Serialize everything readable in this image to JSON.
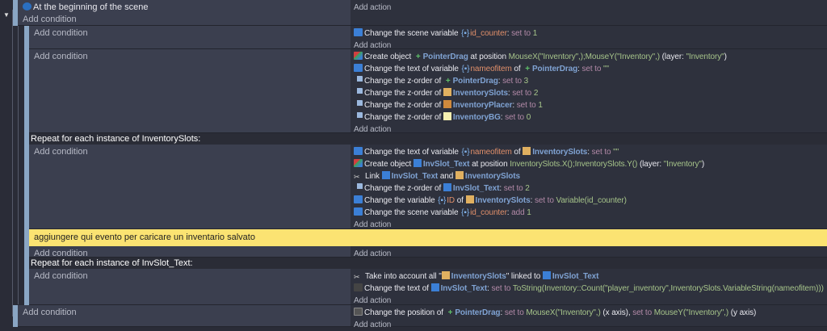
{
  "events": [
    {
      "title": "At the beginning of the scene",
      "title_icon": "scene-start-icon",
      "condition": "Add condition",
      "actions": [],
      "add_action": "Add action"
    },
    {
      "condition": "Add condition",
      "actions": [
        [
          {
            "icon": "var"
          },
          {
            "t": "Change the scene variable "
          },
          {
            "o": "varicon"
          },
          {
            "t": "id_counter",
            "s": "var"
          },
          {
            "t": ": "
          },
          {
            "t": "set to ",
            "s": "kw"
          },
          {
            "t": "1",
            "s": "val"
          }
        ]
      ],
      "add_action": "Add action"
    },
    {
      "condition": "Add condition",
      "actions": [
        [
          {
            "icon": "create"
          },
          {
            "t": "Create object "
          },
          {
            "o": "plus"
          },
          {
            "t": "PointerDrag",
            "s": "obj"
          },
          {
            "t": " at position "
          },
          {
            "t": "MouseX(\"Inventory\",);MouseY(\"Inventory\",)",
            "s": "val"
          },
          {
            "t": " (layer: "
          },
          {
            "t": "\"Inventory\"",
            "s": "val"
          },
          {
            "t": ")"
          }
        ],
        [
          {
            "icon": "var"
          },
          {
            "t": "Change the text of variable "
          },
          {
            "o": "varicon"
          },
          {
            "t": "nameofitem",
            "s": "var"
          },
          {
            "t": " of "
          },
          {
            "o": "plus"
          },
          {
            "t": "PointerDrag",
            "s": "obj"
          },
          {
            "t": ": "
          },
          {
            "t": "set to ",
            "s": "kw"
          },
          {
            "t": "\"\"",
            "s": "val"
          }
        ],
        [
          {
            "icon": "zorder"
          },
          {
            "t": "Change the z-order of "
          },
          {
            "o": "plus"
          },
          {
            "t": "PointerDrag",
            "s": "obj"
          },
          {
            "t": ": "
          },
          {
            "t": "set to ",
            "s": "kw"
          },
          {
            "t": "3",
            "s": "val"
          }
        ],
        [
          {
            "icon": "zorder"
          },
          {
            "t": "Change the z-order of "
          },
          {
            "o": "sprite",
            "c": "#e0b060"
          },
          {
            "t": "InventorySlots",
            "s": "obj"
          },
          {
            "t": ": "
          },
          {
            "t": "set to ",
            "s": "kw"
          },
          {
            "t": "2",
            "s": "val"
          }
        ],
        [
          {
            "icon": "zorder"
          },
          {
            "t": "Change the z-order of "
          },
          {
            "o": "sprite",
            "c": "#d08a3c"
          },
          {
            "t": "InventoryPlacer",
            "s": "obj"
          },
          {
            "t": ": "
          },
          {
            "t": "set to ",
            "s": "kw"
          },
          {
            "t": "1",
            "s": "val"
          }
        ],
        [
          {
            "icon": "zorder"
          },
          {
            "t": "Change the z-order of "
          },
          {
            "o": "sprite",
            "c": "#f6f0b0"
          },
          {
            "t": "InventoryBG",
            "s": "obj"
          },
          {
            "t": ": "
          },
          {
            "t": "set to ",
            "s": "kw"
          },
          {
            "t": "0",
            "s": "val"
          }
        ]
      ],
      "add_action": "Add action"
    },
    {
      "header": "Repeat for each instance of InventorySlots:",
      "condition": "Add condition",
      "actions": [
        [
          {
            "icon": "var"
          },
          {
            "t": "Change the text of variable "
          },
          {
            "o": "varicon"
          },
          {
            "t": "nameofitem",
            "s": "var"
          },
          {
            "t": " of "
          },
          {
            "o": "sprite",
            "c": "#e0b060"
          },
          {
            "t": "InventorySlots",
            "s": "obj"
          },
          {
            "t": ": "
          },
          {
            "t": "set to ",
            "s": "kw"
          },
          {
            "t": "\"\"",
            "s": "val"
          }
        ],
        [
          {
            "icon": "create"
          },
          {
            "t": "Create object "
          },
          {
            "o": "text"
          },
          {
            "t": "InvSlot_Text",
            "s": "obj"
          },
          {
            "t": " at position "
          },
          {
            "t": "InventorySlots.X();InventorySlots.Y()",
            "s": "val"
          },
          {
            "t": " (layer: "
          },
          {
            "t": "\"Inventory\"",
            "s": "val"
          },
          {
            "t": ")"
          }
        ],
        [
          {
            "icon": "link"
          },
          {
            "t": "Link "
          },
          {
            "o": "text"
          },
          {
            "t": "InvSlot_Text",
            "s": "obj"
          },
          {
            "t": " and "
          },
          {
            "o": "sprite",
            "c": "#e0b060"
          },
          {
            "t": "InventorySlots",
            "s": "obj"
          }
        ],
        [
          {
            "icon": "zorder"
          },
          {
            "t": "Change the z-order of "
          },
          {
            "o": "text"
          },
          {
            "t": "InvSlot_Text",
            "s": "obj"
          },
          {
            "t": ": "
          },
          {
            "t": "set to ",
            "s": "kw"
          },
          {
            "t": "2",
            "s": "val"
          }
        ],
        [
          {
            "icon": "var"
          },
          {
            "t": "Change the variable "
          },
          {
            "o": "varicon"
          },
          {
            "t": "ID",
            "s": "var"
          },
          {
            "t": " of "
          },
          {
            "o": "sprite",
            "c": "#e0b060"
          },
          {
            "t": "InventorySlots",
            "s": "obj"
          },
          {
            "t": ": "
          },
          {
            "t": "set to ",
            "s": "kw"
          },
          {
            "t": "Variable(id_counter)",
            "s": "val"
          }
        ],
        [
          {
            "icon": "var"
          },
          {
            "t": "Change the scene variable "
          },
          {
            "o": "varicon"
          },
          {
            "t": "id_counter",
            "s": "var"
          },
          {
            "t": ": "
          },
          {
            "t": "add ",
            "s": "kw"
          },
          {
            "t": "1",
            "s": "val"
          }
        ]
      ],
      "add_action": "Add action"
    },
    {
      "comment": "aggiungere qui evento per caricare un inventario salvato",
      "comment_color": "#fbe372"
    },
    {
      "condition": "Add condition",
      "actions": [],
      "add_action": "Add action"
    },
    {
      "header": "Repeat for each instance of InvSlot_Text:",
      "condition": "Add condition",
      "actions": [
        [
          {
            "icon": "link"
          },
          {
            "t": "Take into account all \""
          },
          {
            "o": "sprite",
            "c": "#e0b060"
          },
          {
            "t": "InventorySlots",
            "s": "obj"
          },
          {
            "t": "\" linked to "
          },
          {
            "o": "text"
          },
          {
            "t": "InvSlot_Text",
            "s": "obj"
          }
        ],
        [
          {
            "icon": "text"
          },
          {
            "t": "Change the text of "
          },
          {
            "o": "text"
          },
          {
            "t": "InvSlot_Text",
            "s": "obj"
          },
          {
            "t": ": "
          },
          {
            "t": "set to ",
            "s": "kw"
          },
          {
            "t": "ToString(Inventory::Count(\"player_inventory\",InventorySlots.VariableString(nameofitem)))",
            "s": "val"
          }
        ]
      ],
      "add_action": "Add action"
    },
    {
      "condition": "Add condition",
      "actions": [
        [
          {
            "icon": "pos"
          },
          {
            "t": "Change the position of "
          },
          {
            "o": "plus"
          },
          {
            "t": "PointerDrag",
            "s": "obj"
          },
          {
            "t": ": "
          },
          {
            "t": "set to ",
            "s": "kw"
          },
          {
            "t": "MouseX(\"Inventory\",)",
            "s": "val"
          },
          {
            "t": " (x axis), "
          },
          {
            "t": "set to ",
            "s": "kw"
          },
          {
            "t": "MouseY(\"Inventory\",)",
            "s": "val"
          },
          {
            "t": " (y axis)"
          }
        ]
      ],
      "add_action": "Add action"
    }
  ]
}
